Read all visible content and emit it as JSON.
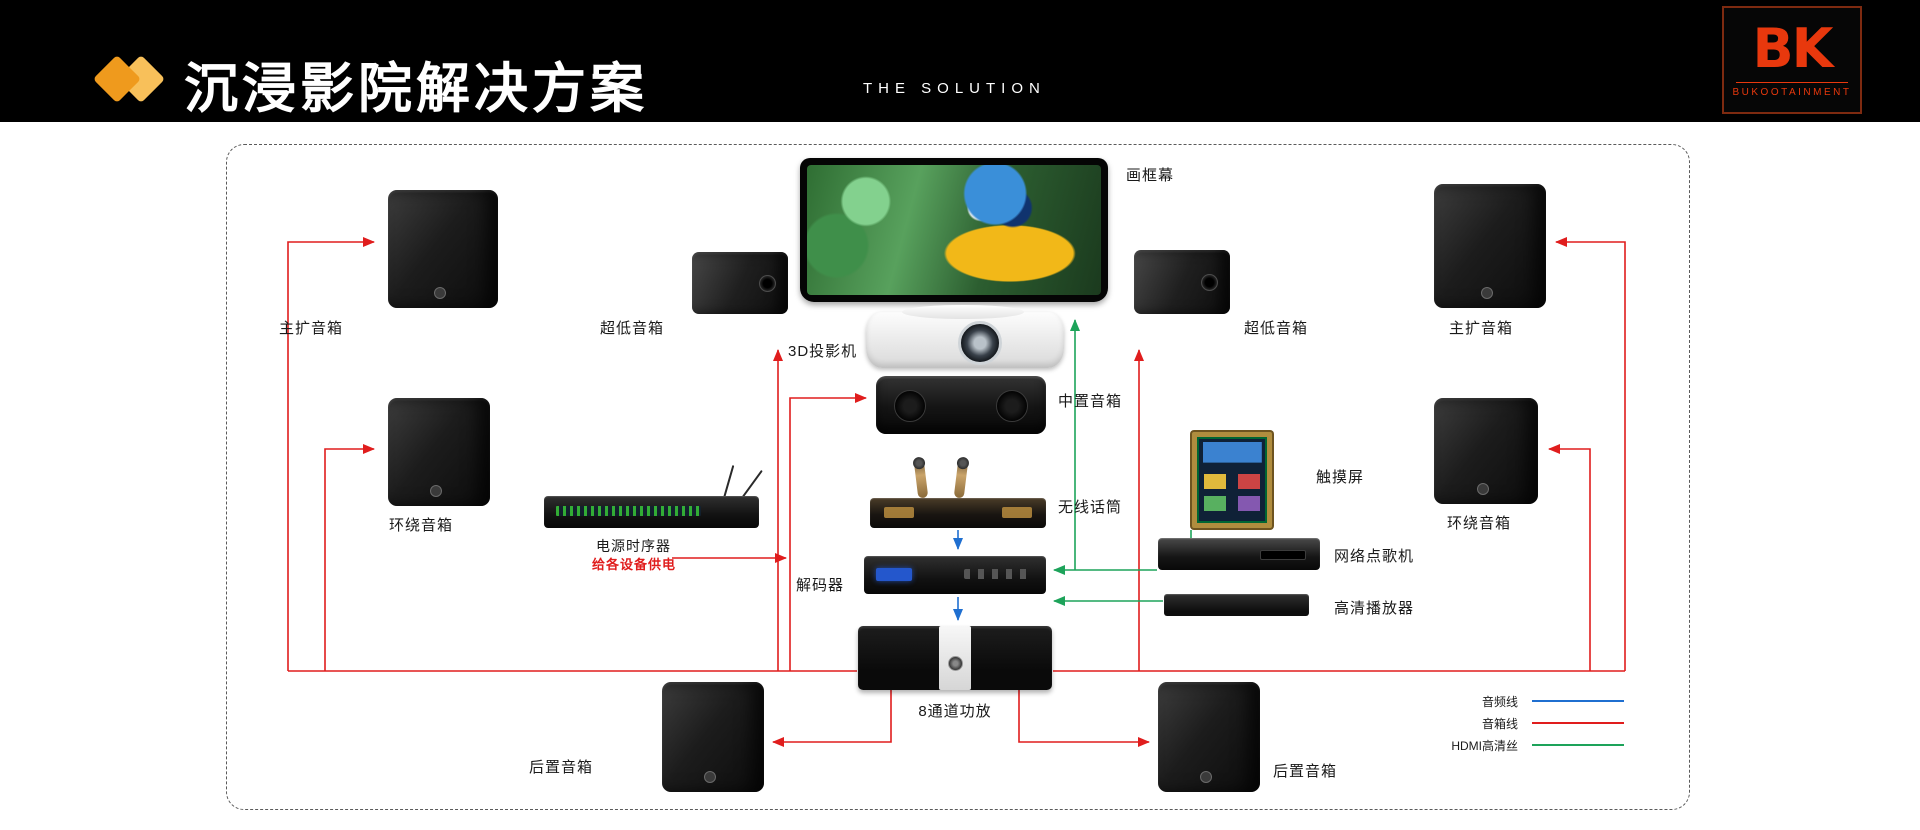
{
  "header": {
    "title": "沉浸影院解决方案",
    "subtitle": "THE SOLUTION",
    "accent": {
      "dark": "#ef9a1d",
      "light": "#f8c05a"
    },
    "brand": {
      "initials": "BK",
      "name": "BUKOOTAINMENT",
      "color": "#e8380d"
    }
  },
  "diagram": {
    "devices": {
      "screen": "画框幕",
      "projector": "3D投影机",
      "center_speaker": "中置音箱",
      "wireless_mic": "无线话筒",
      "decoder": "解码器",
      "amplifier": "8通道功放",
      "main_speaker_left": "主扩音箱",
      "main_speaker_right": "主扩音箱",
      "subwoofer_left": "超低音箱",
      "subwoofer_right": "超低音箱",
      "surround_left": "环绕音箱",
      "surround_right": "环绕音箱",
      "rear_left": "后置音箱",
      "rear_right": "后置音箱",
      "power_sequencer": "电源时序器",
      "power_note": "给各设备供电",
      "touch_screen": "触摸屏",
      "karaoke_machine": "网络点歌机",
      "hd_player": "高清播放器"
    },
    "legend": [
      {
        "label": "音频线",
        "color": "#1f6fd0"
      },
      {
        "label": "音箱线",
        "color": "#e01d1d"
      },
      {
        "label": "HDMI高清丝",
        "color": "#1da35a"
      }
    ]
  }
}
